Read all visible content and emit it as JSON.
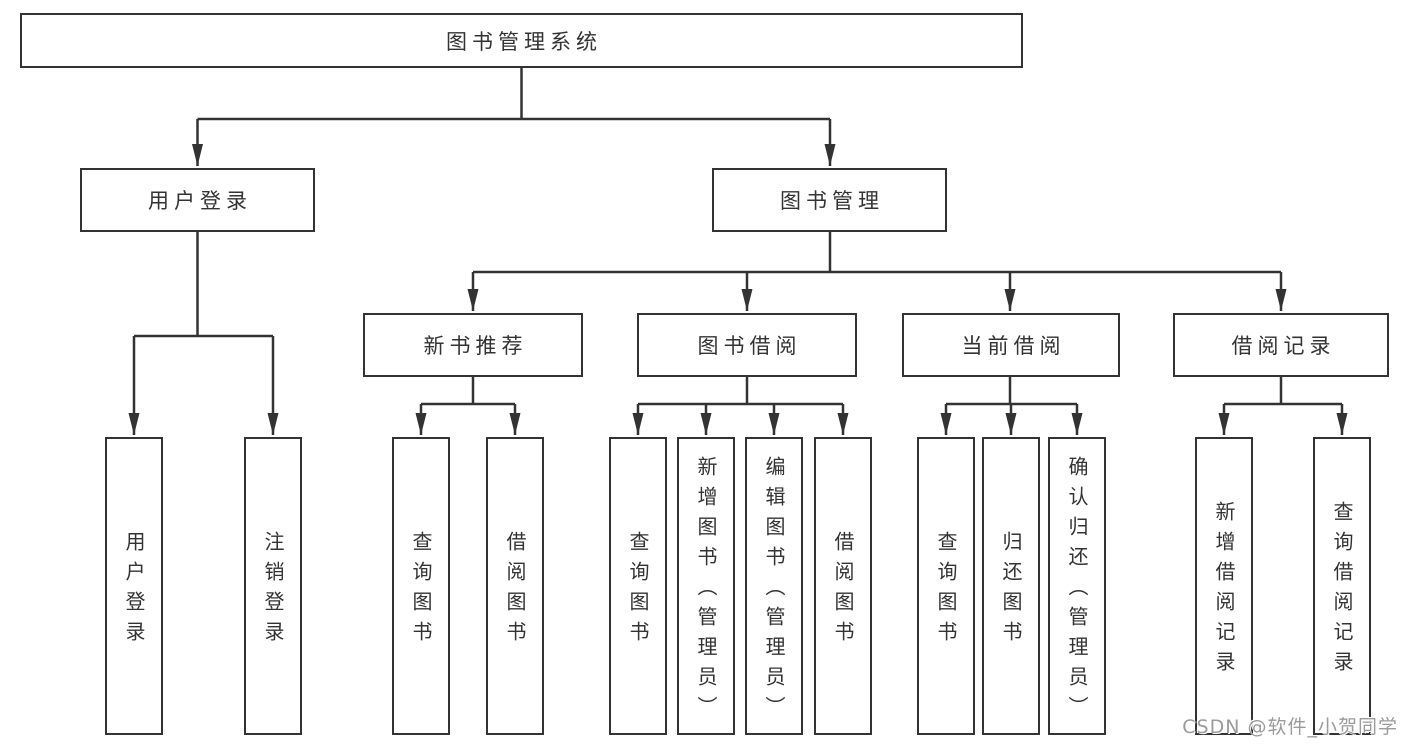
{
  "nodes": {
    "root": "图书管理系统",
    "user_login": "用户登录",
    "book_management": "图书管理",
    "new_book_recommend": "新书推荐",
    "book_borrow": "图书借阅",
    "current_borrow": "当前借阅",
    "borrow_records": "借阅记录"
  },
  "leaves": [
    "用户登录",
    "注销登录",
    "查询图书",
    "借阅图书",
    "查询图书",
    "新增图书（管理员）",
    "编辑图书（管理员）",
    "借阅图书",
    "查询图书",
    "归还图书",
    "确认归还（管理员）",
    "新增借阅记录",
    "查询借阅记录"
  ],
  "watermark": "CSDN @软件_小贺同学",
  "colors": {
    "line": "#333333",
    "text": "#333333",
    "watermark": "#9b9b9b",
    "background": "#ffffff"
  }
}
